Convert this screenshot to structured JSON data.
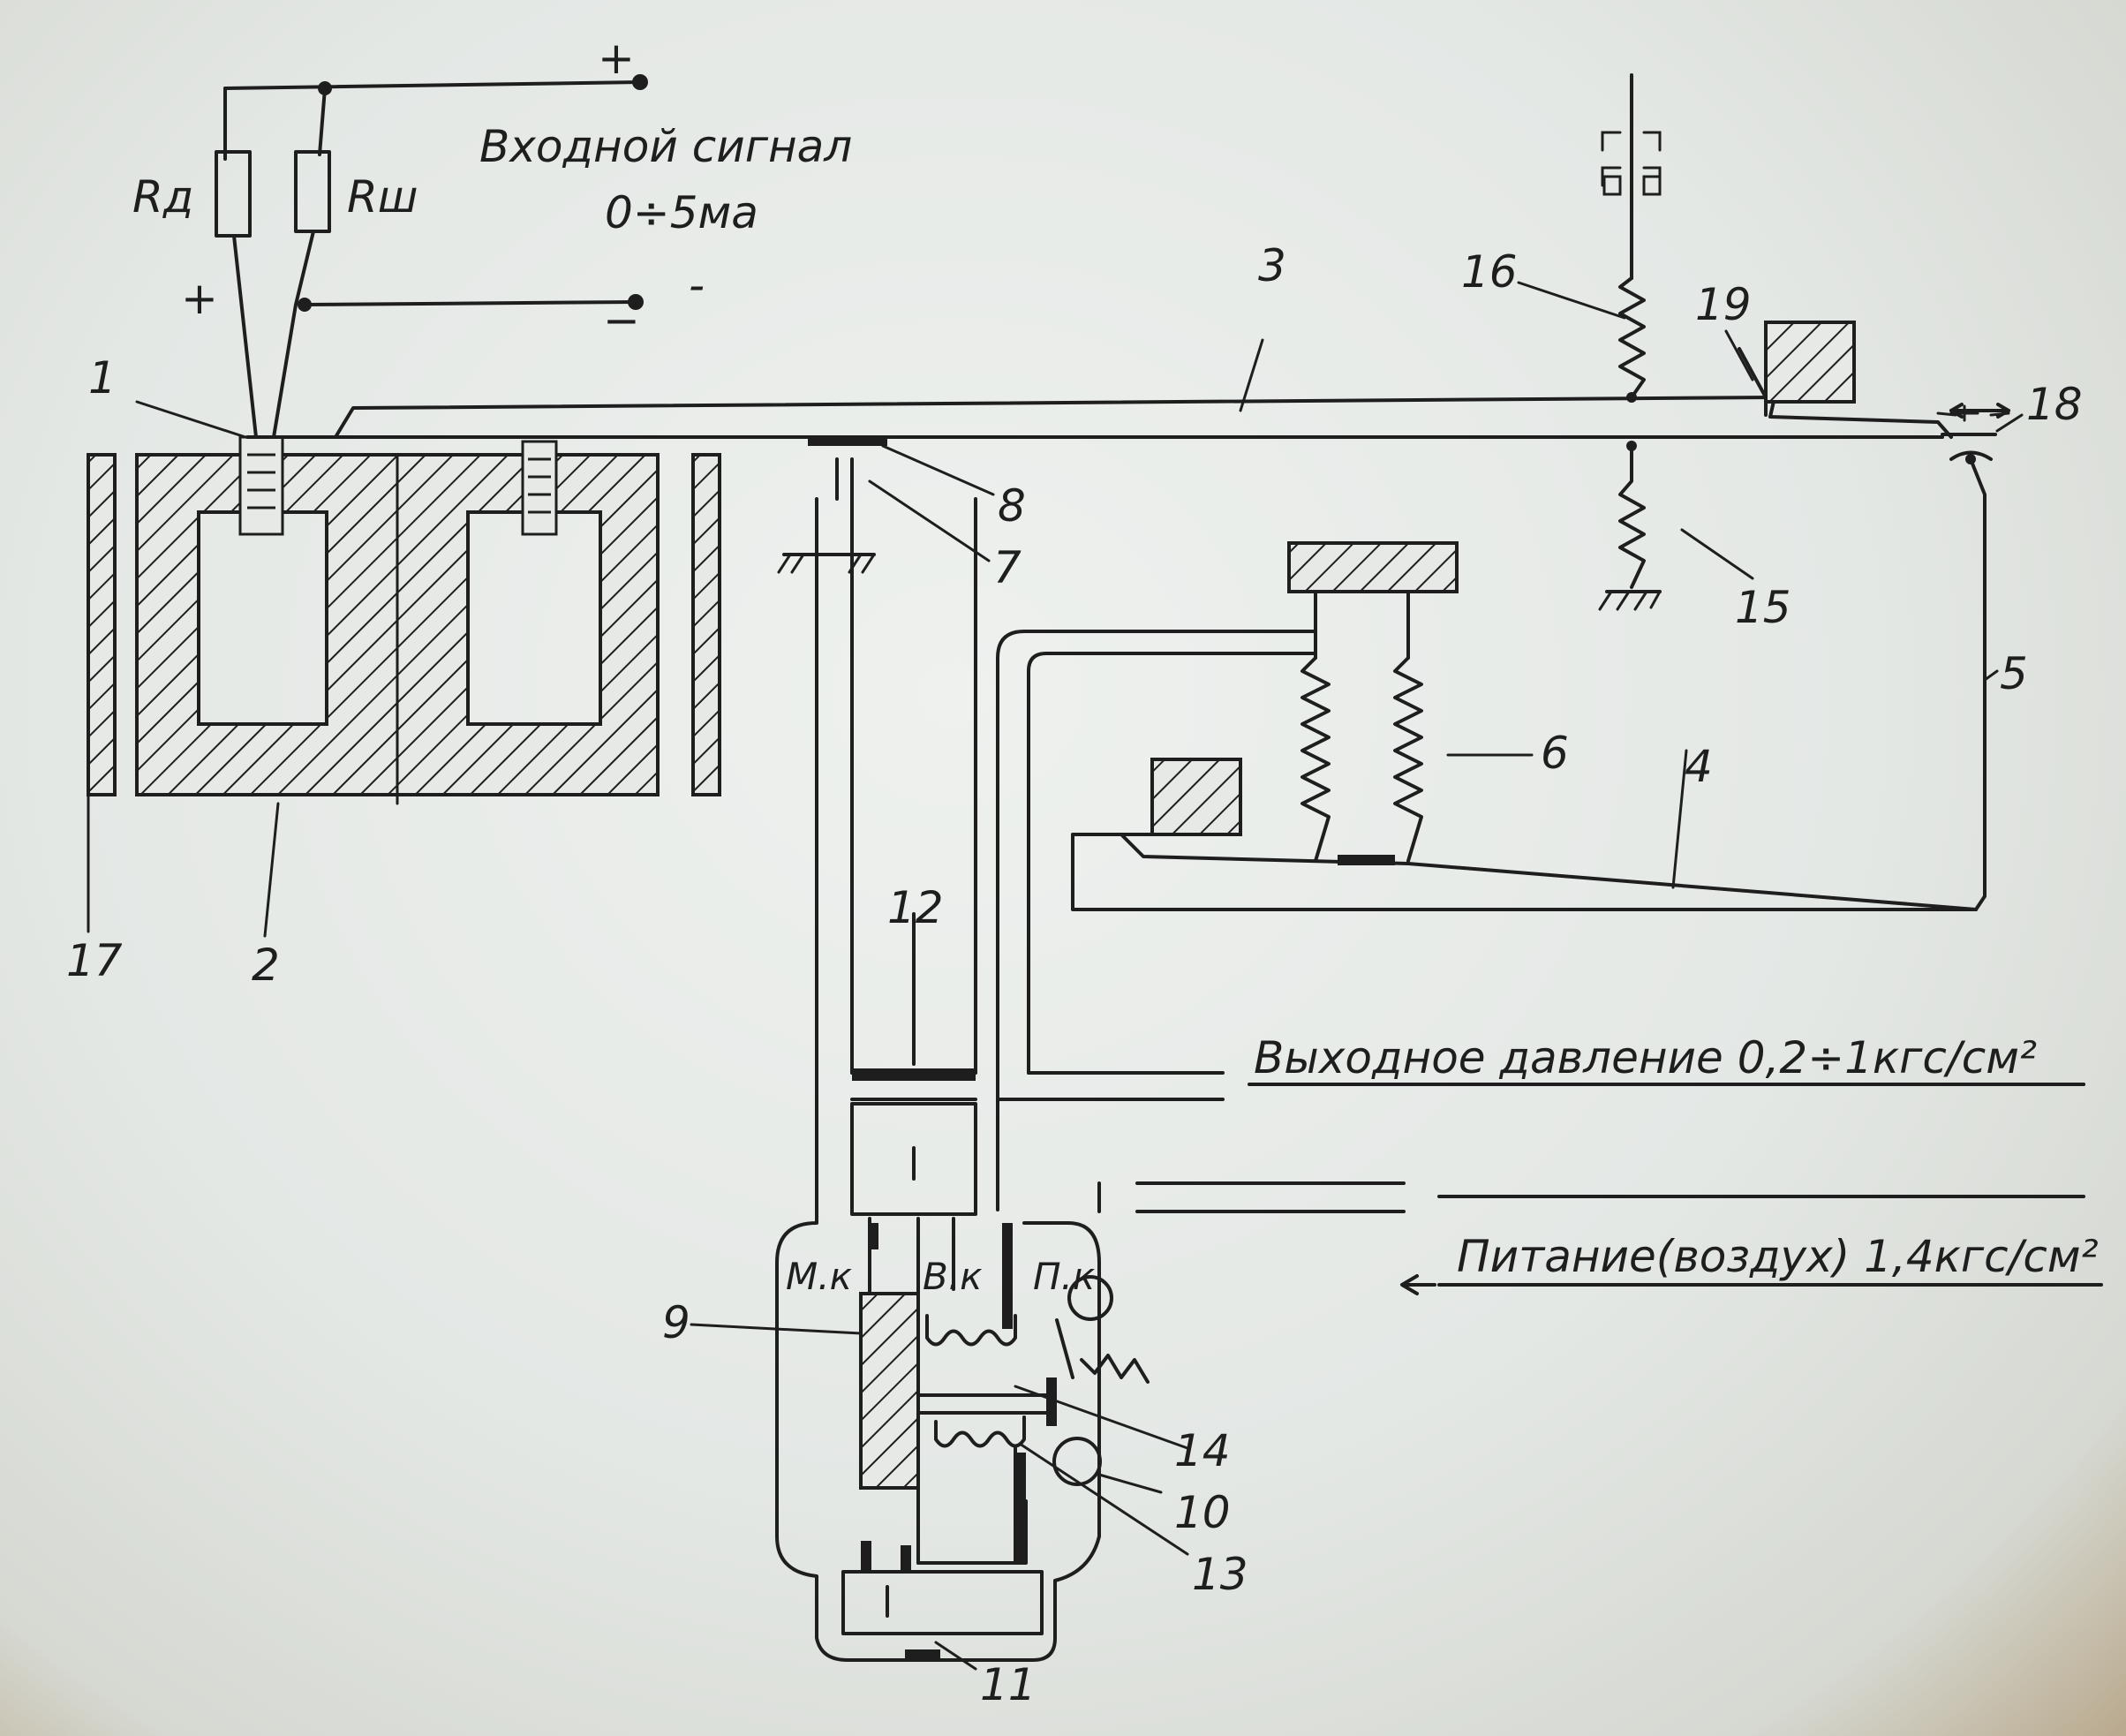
{
  "labels": {
    "input_signal_line1": "Входной сигнал",
    "input_signal_line2": "0÷5ма",
    "output_pressure": "Выходное давление 0,2÷1кгс/см²",
    "supply": "Питание(воздух) 1,4кгс/см²",
    "resistor_d": "Rд",
    "resistor_sh": "Rш",
    "plus_top": "+",
    "plus_left": "+",
    "minus_right": "-",
    "minus_bottom": "−",
    "chamber_m": "М.к",
    "chamber_v": "В.к",
    "chamber_p": "П.к"
  },
  "part_numbers": [
    "1",
    "2",
    "3",
    "4",
    "5",
    "6",
    "7",
    "8",
    "9",
    "10",
    "11",
    "12",
    "13",
    "14",
    "15",
    "16",
    "17",
    "18",
    "19"
  ]
}
